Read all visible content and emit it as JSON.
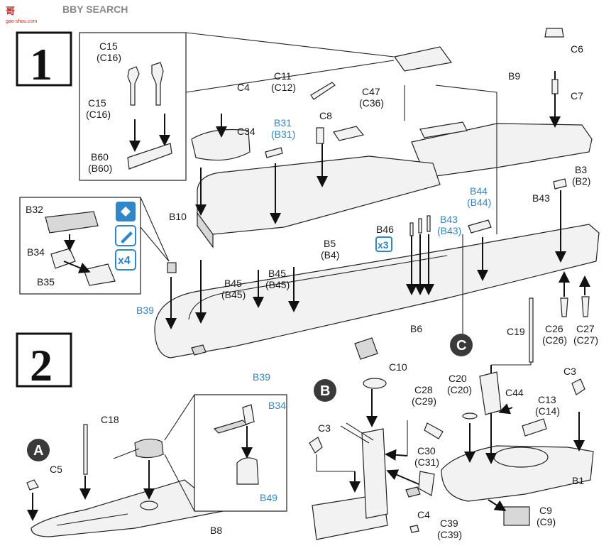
{
  "watermark": {
    "logo_chars": "哥 ",
    "brand_tail": "BBY SEARCH",
    "sub_url": "gao-shou.com"
  },
  "steps": [
    "1",
    "2"
  ],
  "callouts": [
    "A",
    "B",
    "C"
  ],
  "symbols": {
    "times3": "x3",
    "times4": "x4"
  },
  "step1_labels": {
    "c15_a": "C15",
    "c16_a": "(C16)",
    "c15_b": "C15",
    "c16_b": "(C16)",
    "b60": "B60",
    "b60p": "(B60)",
    "c4": "C4",
    "c34": "C34",
    "c11": "C11",
    "c12": "(C12)",
    "b31": "B31",
    "b31p": "(B31)",
    "c8": "C8",
    "c47": "C47",
    "c36": "(C36)",
    "c6": "C6",
    "c7": "C7",
    "b9": "B9",
    "b3": "B3",
    "b2": "(B2)",
    "b43a": "B43",
    "b44": "B44",
    "b44p": "(B44)",
    "b43": "B43",
    "b43p": "(B43)",
    "b46": "B46",
    "b32": "B32",
    "b34": "B34",
    "b35": "B35",
    "b10": "B10",
    "b5": "B5",
    "b4": "(B4)",
    "b45a": "B45",
    "b45ap": "(B45)",
    "b45b": "B45",
    "b45bp": "(B45)",
    "b39a": "B39",
    "b39b": "B39",
    "b6": "B6",
    "c26": "C26",
    "c26p": "(C26)",
    "c27": "C27",
    "c27p": "(C27)"
  },
  "step2_labels": {
    "c18": "C18",
    "c5": "C5",
    "b34": "B34",
    "b49": "B49",
    "b8": "B8",
    "c10": "C10",
    "c3a": "C3",
    "c28": "C28",
    "c29": "(C29)",
    "c30": "C30",
    "c31": "(C31)",
    "c4": "C4",
    "c39": "C39",
    "c39p": "(C39)",
    "c19": "C19",
    "c20": "C20",
    "c20p": "(C20)",
    "c44": "C44",
    "c13": "C13",
    "c14": "(C14)",
    "c3b": "C3",
    "b1": "B1",
    "c9": "C9",
    "c9p": "(C9)"
  },
  "colors": {
    "ink": "#1a1a1a",
    "blue_label": "#2f86c9",
    "watermark_red": "#c8281e",
    "callout_fill": "#3a3a3a"
  }
}
